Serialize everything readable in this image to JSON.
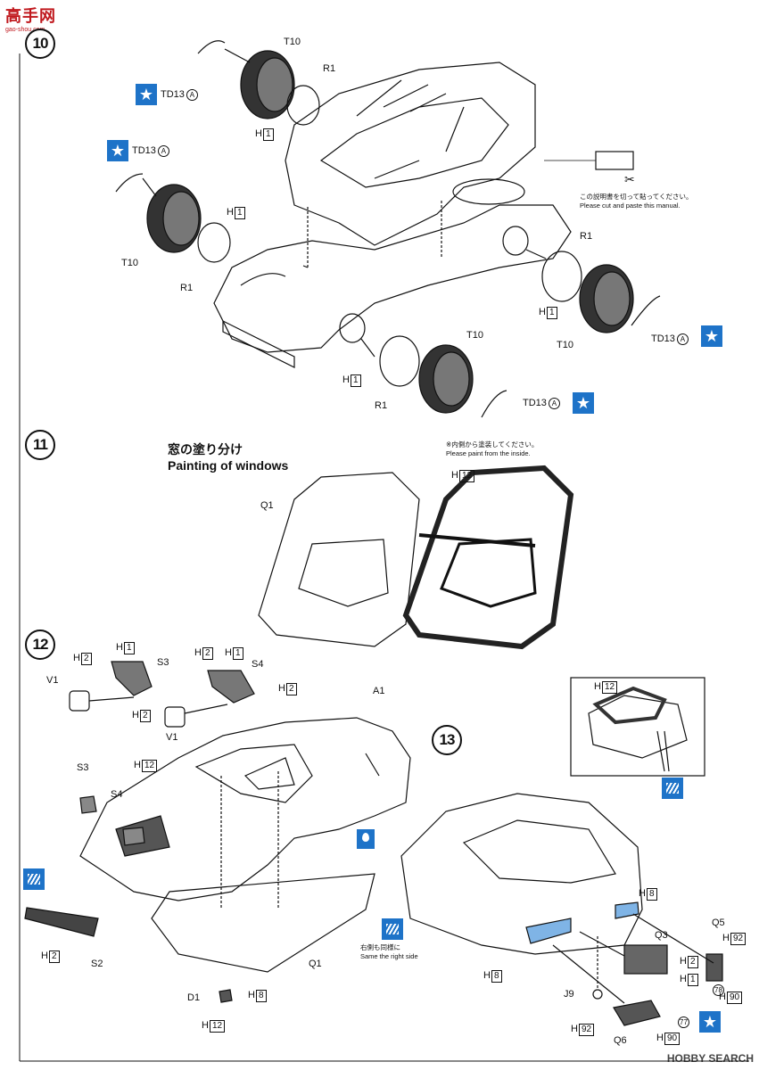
{
  "header": {
    "logo_text": "高手网",
    "logo_sub": "gao-shou.com",
    "watermark": "HOBBY SEARCH"
  },
  "steps": {
    "s10": "10",
    "s11": "11",
    "s12": "12",
    "s13": "13"
  },
  "step10": {
    "labels": {
      "t10_a": "T10",
      "r1_a": "R1",
      "td13_a": "TD13",
      "h1_a_letter": "H",
      "h1_a_num": "1",
      "td13_b": "TD13",
      "h1_b_letter": "H",
      "h1_b_num": "1",
      "t10_b": "T10",
      "r1_b": "R1",
      "r1_c": "R1",
      "h1_c_letter": "H",
      "h1_c_num": "1",
      "t10_c": "T10",
      "td13_c": "TD13",
      "t10_d": "T10",
      "h1_d_letter": "H",
      "h1_d_num": "1",
      "r1_d": "R1",
      "td13_d": "TD13",
      "circle_a": "A"
    },
    "cut_note_jp": "この説明書を切って貼ってください。",
    "cut_note_en": "Please cut and paste this manual.",
    "scissors_icon": "scissors-icon"
  },
  "step11": {
    "title_jp": "窓の塗り分け",
    "title_en": "Painting of windows",
    "note_jp": "※内側から塗装してください。",
    "note_en": "Please paint from the inside.",
    "q1": "Q1",
    "h12_letter": "H",
    "h12_num": "12"
  },
  "step12": {
    "labels": {
      "h2_a_letter": "H",
      "h2_a_num": "2",
      "h1_a_letter": "H",
      "h1_a_num": "1",
      "s3_a": "S3",
      "v1_a": "V1",
      "h2_b_letter": "H",
      "h2_b_num": "2",
      "h2_c_letter": "H",
      "h2_c_num": "2",
      "h1_b_letter": "H",
      "h1_b_num": "1",
      "s4_a": "S4",
      "h2_d_letter": "H",
      "h2_d_num": "2",
      "v1_b": "V1",
      "a1": "A1",
      "s3_b": "S3",
      "s4_b": "S4",
      "h12_letter": "H",
      "h12_num": "12",
      "h2_e_letter": "H",
      "h2_e_num": "2",
      "s2": "S2",
      "q1": "Q1",
      "d1": "D1",
      "h8_letter": "H",
      "h8_num": "8",
      "h12_b_letter": "H",
      "h12_b_num": "12"
    }
  },
  "step13": {
    "inset_h12_letter": "H",
    "inset_h12_num": "12",
    "same_side_jp": "右側も同様に",
    "same_side_en": "Same the right side",
    "labels": {
      "h8_a_letter": "H",
      "h8_a_num": "8",
      "q5": "Q5",
      "h92_a_letter": "H",
      "h92_a_num": "92",
      "q3": "Q3",
      "h2_letter": "H",
      "h2_num": "2",
      "h1_letter": "H",
      "h1_num": "1",
      "h8_b_letter": "H",
      "h8_b_num": "8",
      "circle78": "78",
      "h90_a_letter": "H",
      "h90_a_num": "90",
      "j9": "J9",
      "circle77": "77",
      "h92_b_letter": "H",
      "h92_b_num": "92",
      "h90_b_letter": "H",
      "h90_b_num": "90",
      "q6": "Q6"
    }
  },
  "colors": {
    "accent_blue": "#1e73c8",
    "logo_red": "#c0181d",
    "line": "#111111"
  },
  "icons": [
    "star-icon",
    "paint-badge-icon",
    "glue-drop-icon",
    "scissors-icon"
  ]
}
